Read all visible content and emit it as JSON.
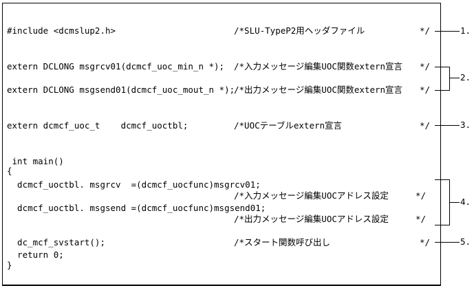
{
  "document": {
    "code_lines": [
      {
        "code": "#include <dcmslup2.h>",
        "comment": "/*SLU-TypeP2用ヘッダファイル",
        "end": "*/"
      },
      {
        "code": "extern DCLONG msgrcv01(dcmcf_uoc_min_n *);",
        "comment": "/*入力メッセージ編集UOC関数extern宣言",
        "end": "*/"
      },
      {
        "code": "extern DCLONG msgsend01(dcmcf_uoc_mout_n *);",
        "comment": "/*出力メッセージ編集UOC関数extern宣言",
        "end": "*/"
      },
      {
        "code": "extern dcmcf_uoc_t    dcmcf_uoctbl;",
        "comment": "/*UOCテーブルextern宣言",
        "end": "*/"
      },
      {
        "code": " int main()"
      },
      {
        "code": "{"
      },
      {
        "code": "  dcmcf_uoctbl. msgrcv  =(dcmcf_uocfunc)msgrcv01;"
      },
      {
        "comment": "/*入力メッセージ編集UOCアドレス設定",
        "end": "*/"
      },
      {
        "code": "  dcmcf_uoctbl. msgsend =(dcmcf_uocfunc)msgsend01;"
      },
      {
        "comment": "/*出力メッセージ編集UOCアドレス設定",
        "end": "*/"
      },
      {
        "code": "  dc_mcf_svstart();",
        "comment": "/*スタート関数呼び出し",
        "end": "*/"
      },
      {
        "code": "  return 0;"
      },
      {
        "code": "}"
      }
    ],
    "callouts": [
      {
        "label": "1."
      },
      {
        "label": "2."
      },
      {
        "label": "3."
      },
      {
        "label": "4."
      },
      {
        "label": "5."
      }
    ]
  }
}
